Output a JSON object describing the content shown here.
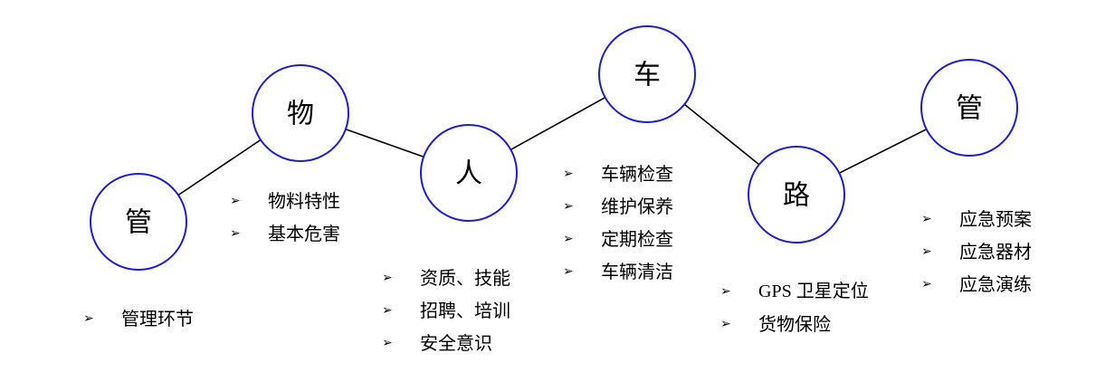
{
  "diagram": {
    "bullet_glyph": "➢",
    "line_color": "#000000",
    "circle_stroke": "#1c1cd6",
    "nodes": [
      {
        "id": "guan1",
        "label": "管",
        "items": [
          "管理环节"
        ]
      },
      {
        "id": "wu",
        "label": "物",
        "items": [
          "物料特性",
          "基本危害"
        ]
      },
      {
        "id": "ren",
        "label": "人",
        "items": [
          "资质、技能",
          "招聘、培训",
          "安全意识"
        ]
      },
      {
        "id": "che",
        "label": "车",
        "items": [
          "车辆检查",
          "维护保养",
          "定期检查",
          "车辆清洁"
        ]
      },
      {
        "id": "lu",
        "label": "路",
        "items": [
          "GPS 卫星定位",
          "货物保险"
        ]
      },
      {
        "id": "guan2",
        "label": "管",
        "items": [
          "应急预案",
          "应急器材",
          "应急演练"
        ]
      }
    ]
  }
}
